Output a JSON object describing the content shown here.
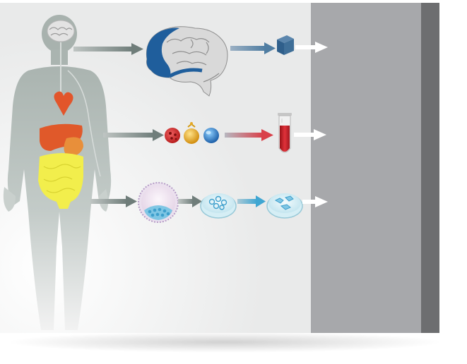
{
  "canvas": {
    "panel_color": "#ececec",
    "side_color": "#a7a8ab",
    "edge_color": "#6d6e70"
  },
  "figure": {
    "body_color": "#b6bfbb",
    "brain_color": "#d9d9d9",
    "heart_color": "#e2552b",
    "liver_color": "#e0592a",
    "stomach_color": "#e88f3a",
    "intestine_color": "#f2ee4c"
  },
  "rows": [
    {
      "name": "brain-row",
      "items": [
        "brain-icon",
        "cube-icon"
      ],
      "colors": [
        "#1f5e9c",
        "#3f6f98"
      ]
    },
    {
      "name": "blood-row",
      "items": [
        "red-blood-cell-icon",
        "platelet-icon",
        "white-cell-icon",
        "test-tube-icon"
      ],
      "colors": [
        "#d92d2d",
        "#e5a823",
        "#2f82cf",
        "#c8202b"
      ]
    },
    {
      "name": "cell-row",
      "items": [
        "embryo-icon",
        "petri-dish-icon",
        "cell-culture-icon"
      ],
      "colors": [
        "#c9b7d8",
        "#8bd1e6",
        "#8bd1e6"
      ]
    }
  ]
}
